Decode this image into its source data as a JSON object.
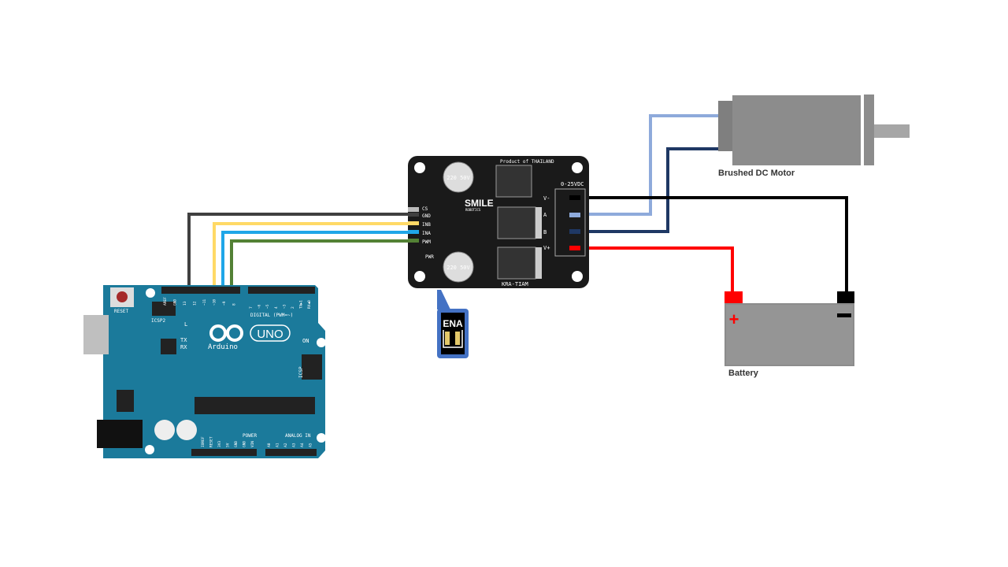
{
  "driver": {
    "brand": "SMILE",
    "brand_sub": "ROBOTICS",
    "top_text": "Product of THAILAND",
    "bottom_text": "KRA-TIAM",
    "voltage": "0-25VDC",
    "pins_left": [
      "CS",
      "GND",
      "INB",
      "INA",
      "PWM"
    ],
    "pins_right": [
      "V-",
      "A",
      "B",
      "V+"
    ],
    "pwr_label": "PWR",
    "cap_text": "220 50V",
    "jumper_label": "ENA"
  },
  "arduino": {
    "logo_text": "Arduino",
    "model": "UNO",
    "reset": "RESET",
    "icsp2": "ICSP2",
    "icsp": "ICSP",
    "digital_label": "DIGITAL (PWM=~)",
    "power_label": "POWER",
    "analog_label": "ANALOG IN",
    "led_labels": [
      "L",
      "TX",
      "RX"
    ],
    "on_label": "ON",
    "digital_pins_left": [
      "AREF",
      "GND",
      "13",
      "12",
      "~11",
      "~10",
      "~9",
      "8"
    ],
    "digital_pins_right": [
      "7",
      "~6",
      "~5",
      "4",
      "~3",
      "2",
      "TX▶1",
      "RX◀0"
    ],
    "power_pins": [
      "IOREF",
      "RESET",
      "3V3",
      "5V",
      "GND",
      "GND",
      "VIN"
    ],
    "analog_pins": [
      "A0",
      "A1",
      "A2",
      "A3",
      "A4",
      "A5"
    ]
  },
  "motor": {
    "label": "Brushed DC Motor"
  },
  "battery": {
    "label": "Battery",
    "plus": "+",
    "minus": "−"
  },
  "colors": {
    "gnd_wire": "#404040",
    "inb_wire": "#ffd966",
    "ina_wire": "#1fa6e8",
    "pwm_wire": "#538135",
    "motor_a": "#8eaadb",
    "motor_b": "#1f3864",
    "vminus": "#000000",
    "vplus": "#ff0000",
    "arduino_board": "#1b7a9b",
    "driver_board": "#1a1a1a"
  }
}
